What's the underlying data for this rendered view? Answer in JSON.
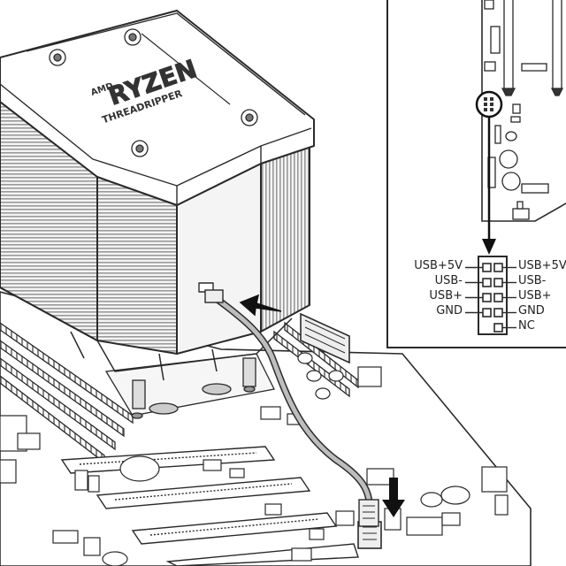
{
  "cooler": {
    "brand": "AMD",
    "product": "RYZEN",
    "series": "THREADRIPPER"
  },
  "header_pinout": {
    "left_labels": [
      "USB+5V",
      "USB-",
      "USB+",
      "GND"
    ],
    "right_labels": [
      "USB+5V",
      "USB-",
      "USB+",
      "GND",
      "NC"
    ]
  },
  "colors": {
    "line": "#2a2a2a",
    "fin_fill": "#d8d8d8",
    "cable": "#bdbdbd",
    "arrow": "#111111"
  }
}
